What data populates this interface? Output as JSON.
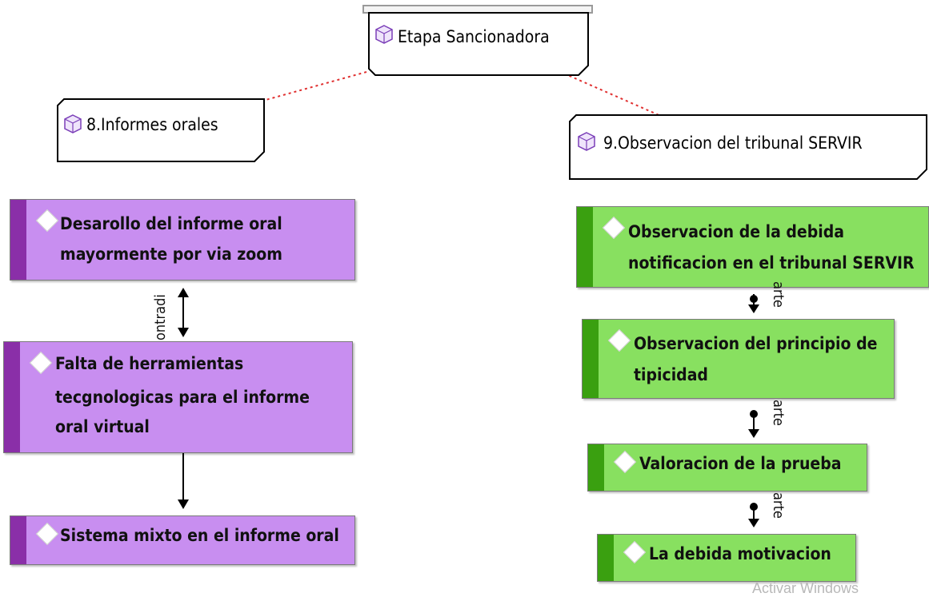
{
  "colors": {
    "purple_fill": "#c88ef0",
    "purple_stripe": "#8a2fa8",
    "green_fill": "#88e060",
    "green_stripe": "#3aa010",
    "link_red": "#e03030"
  },
  "root": {
    "label": "Etapa Sancionadora",
    "icon": "cube-icon"
  },
  "left_branch": {
    "label": "8.Informes orales",
    "icon": "cube-icon",
    "items": [
      "Desarollo del informe oral",
      "mayormente  por via zoom",
      "Falta de herramientas",
      "tecgnologicas para el informe",
      "oral virtual",
      "Sistema mixto en el informe oral"
    ],
    "edge_label": "ontradi"
  },
  "right_branch": {
    "label": "9.Observacion del tribunal SERVIR",
    "icon": "cube-icon",
    "items": [
      "Observacion de la debida",
      "notificacion en el tribunal SERVIR",
      "Observacion del principio de",
      "tipicidad",
      "Valoracion de la prueba",
      "La debida  motivacion"
    ],
    "edge_labels": [
      "arte",
      "arte",
      "arte"
    ]
  },
  "watermark": "Activar Windows"
}
